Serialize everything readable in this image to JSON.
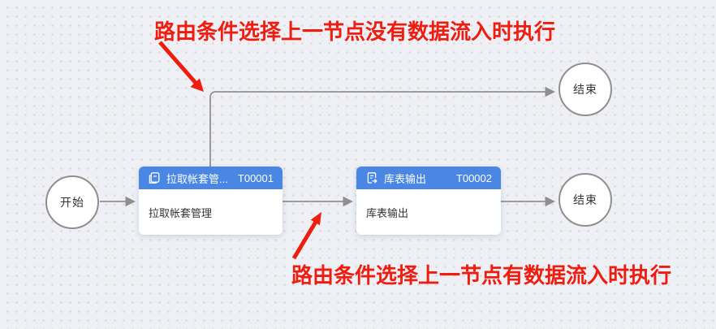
{
  "flow": {
    "start_node": {
      "label": "开始"
    },
    "end_nodes": [
      {
        "label": "结束"
      },
      {
        "label": "结束"
      }
    ],
    "task_nodes": [
      {
        "icon": "document-copy-icon",
        "title": "拉取帐套管...",
        "task_id": "T00001",
        "body_label": "拉取帐套管理"
      },
      {
        "icon": "document-export-icon",
        "title": "库表输出",
        "task_id": "T00002",
        "body_label": "库表输出"
      }
    ],
    "annotations": {
      "top": "路由条件选择上一节点没有数据流入时执行",
      "bottom": "路由条件选择上一节点有数据流入时执行"
    },
    "colors": {
      "node_header_blue": "#4a87e5",
      "annotation_red": "#ee1d10",
      "connector_gray": "#8f8f8f",
      "canvas_background": "#eef0f6"
    }
  }
}
